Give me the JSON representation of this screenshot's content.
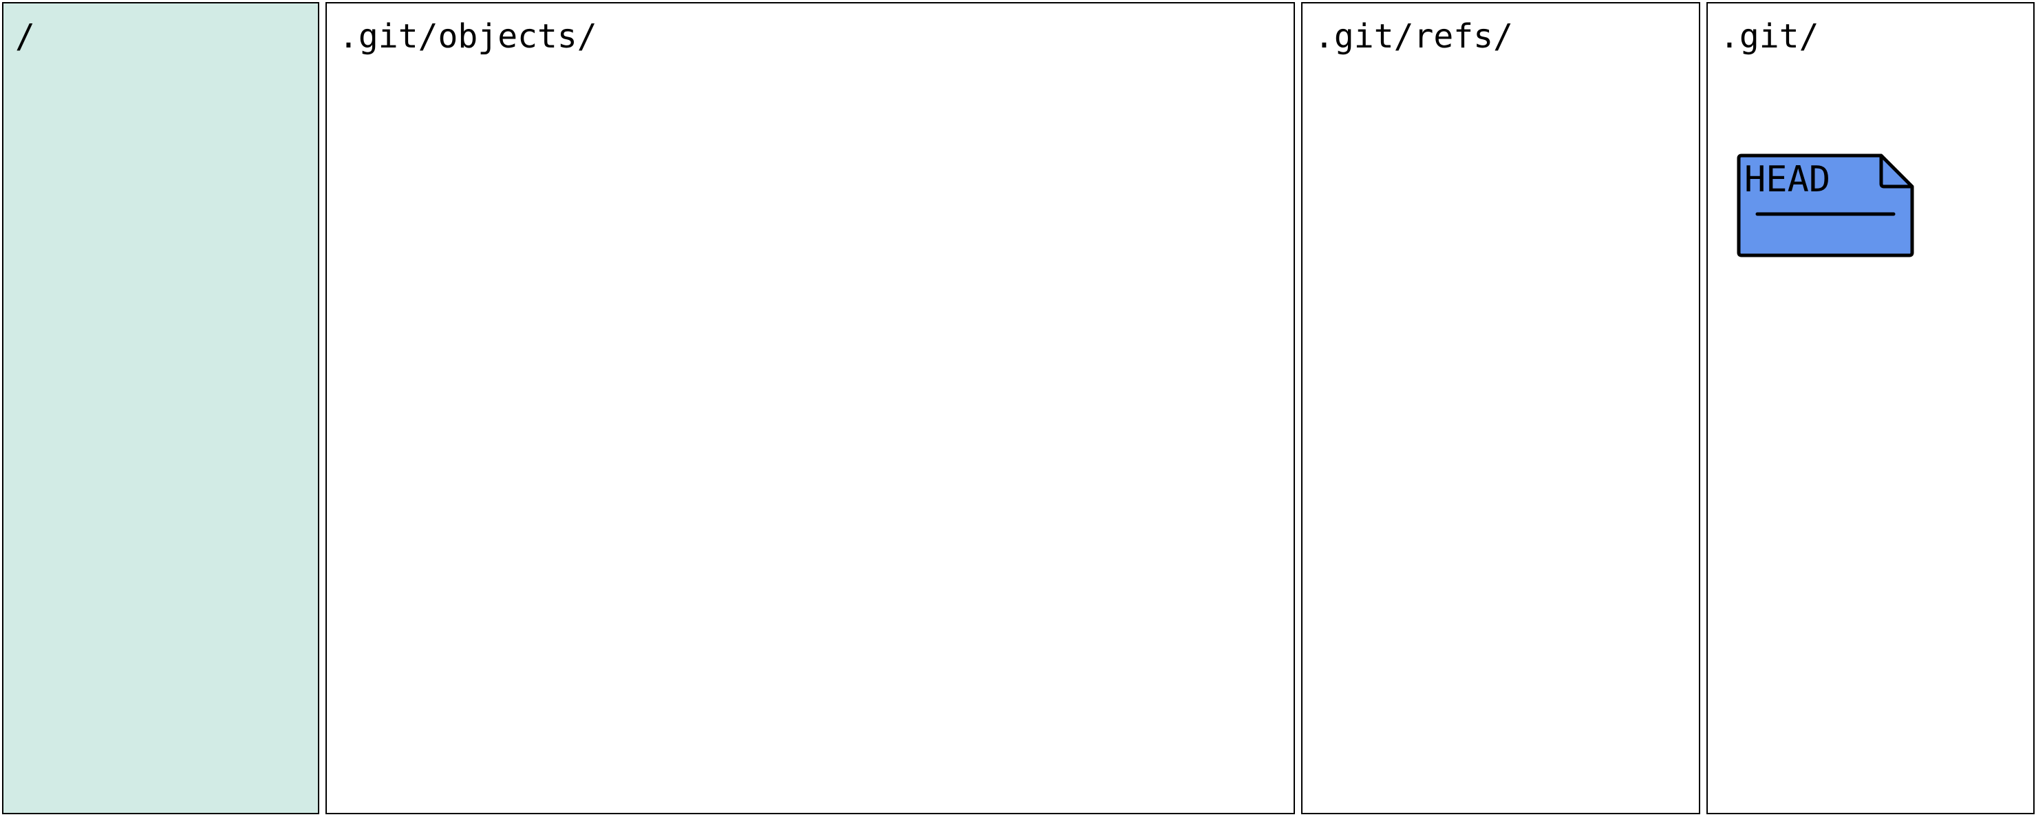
{
  "colors": {
    "root_panel_bg": "#d2ebe5",
    "file_fill": "#6495ed",
    "stroke": "#000000"
  },
  "panels": [
    {
      "title": "/"
    },
    {
      "title": ".git/objects/"
    },
    {
      "title": ".git/refs/"
    },
    {
      "title": ".git/"
    }
  ],
  "files": {
    "head": {
      "label": "HEAD",
      "icon": "file-icon"
    }
  }
}
